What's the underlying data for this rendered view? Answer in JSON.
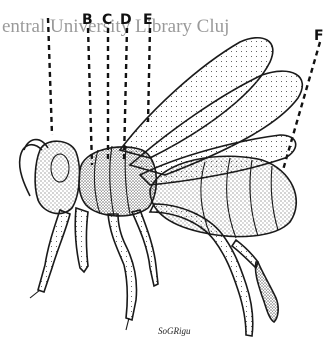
{
  "watermark": "entral University Library Cluj",
  "labels": {
    "B": "B",
    "C": "C",
    "D": "D",
    "E": "E",
    "F": "F"
  },
  "signature": "SoGRigu",
  "colors": {
    "ink": "#1a1a1a",
    "stipple": "#2b2b2b",
    "watermark": "#9a9a9a",
    "background": "#ffffff"
  }
}
